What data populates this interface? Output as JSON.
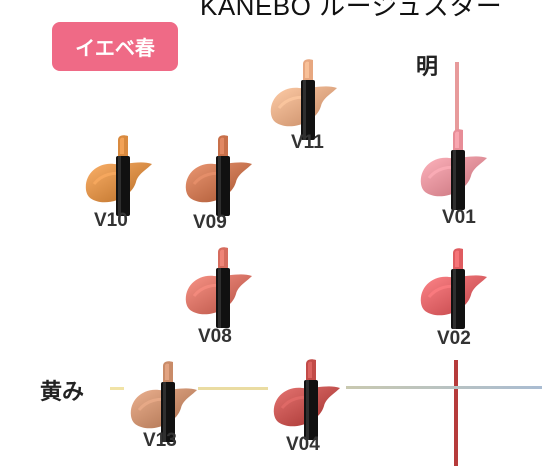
{
  "header": {
    "title": "KANEBO ルージュスター",
    "badge": "イエベ春"
  },
  "axes": {
    "top_label": "明",
    "left_label": "黄み"
  },
  "colors": {
    "badge": "#ef6a86",
    "vertical_axis_top": "#e0898c",
    "vertical_axis_bottom": "#b63b3b",
    "horizontal_axis_left": "#f1e3a6",
    "horizontal_axis_right": "#a9bcd2"
  },
  "shades": [
    {
      "code": "V11",
      "color": "#e7a780"
    },
    {
      "code": "V10",
      "color": "#d98a3f"
    },
    {
      "code": "V09",
      "color": "#c8704a"
    },
    {
      "code": "V01",
      "color": "#e78d97"
    },
    {
      "code": "V08",
      "color": "#d66c5e"
    },
    {
      "code": "V02",
      "color": "#df5c60"
    },
    {
      "code": "V13",
      "color": "#c98b68"
    },
    {
      "code": "V04",
      "color": "#c24b48"
    }
  ]
}
